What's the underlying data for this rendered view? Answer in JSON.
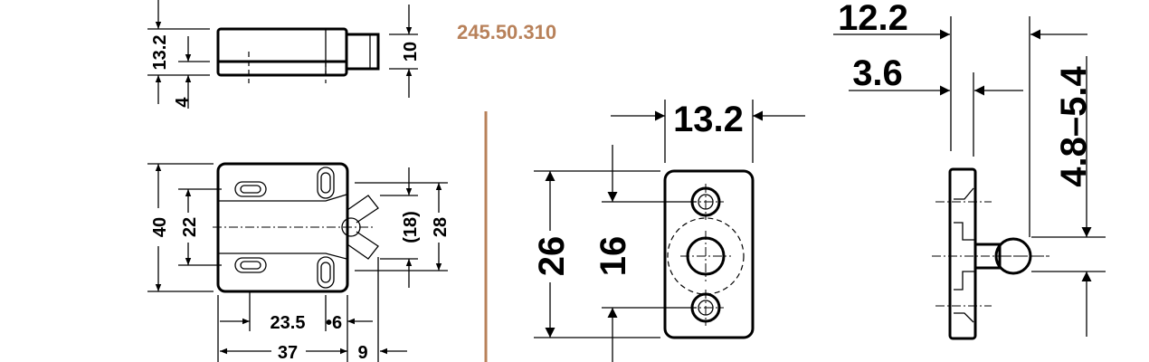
{
  "article_number": "245.50.310",
  "colors": {
    "accent": "#b8815a",
    "line": "#000000"
  },
  "side_view": {
    "dims": {
      "height": "13.2",
      "base": "4",
      "shaft": "10"
    }
  },
  "front_view": {
    "dims": {
      "height": "40",
      "slot_spacing": "22",
      "wing_span": "(18)",
      "slot_spacing_right": "28",
      "hole_offset": "23.5",
      "slot_offset": "•6",
      "length": "37",
      "projection": "9"
    }
  },
  "strike_plate_front": {
    "dims": {
      "width": "13.2",
      "height": "26",
      "hole_spacing": "16"
    }
  },
  "strike_plate_side": {
    "dims": {
      "overall": "12.2",
      "plate": "3.6",
      "ball_range": "4.8–5.4"
    }
  }
}
